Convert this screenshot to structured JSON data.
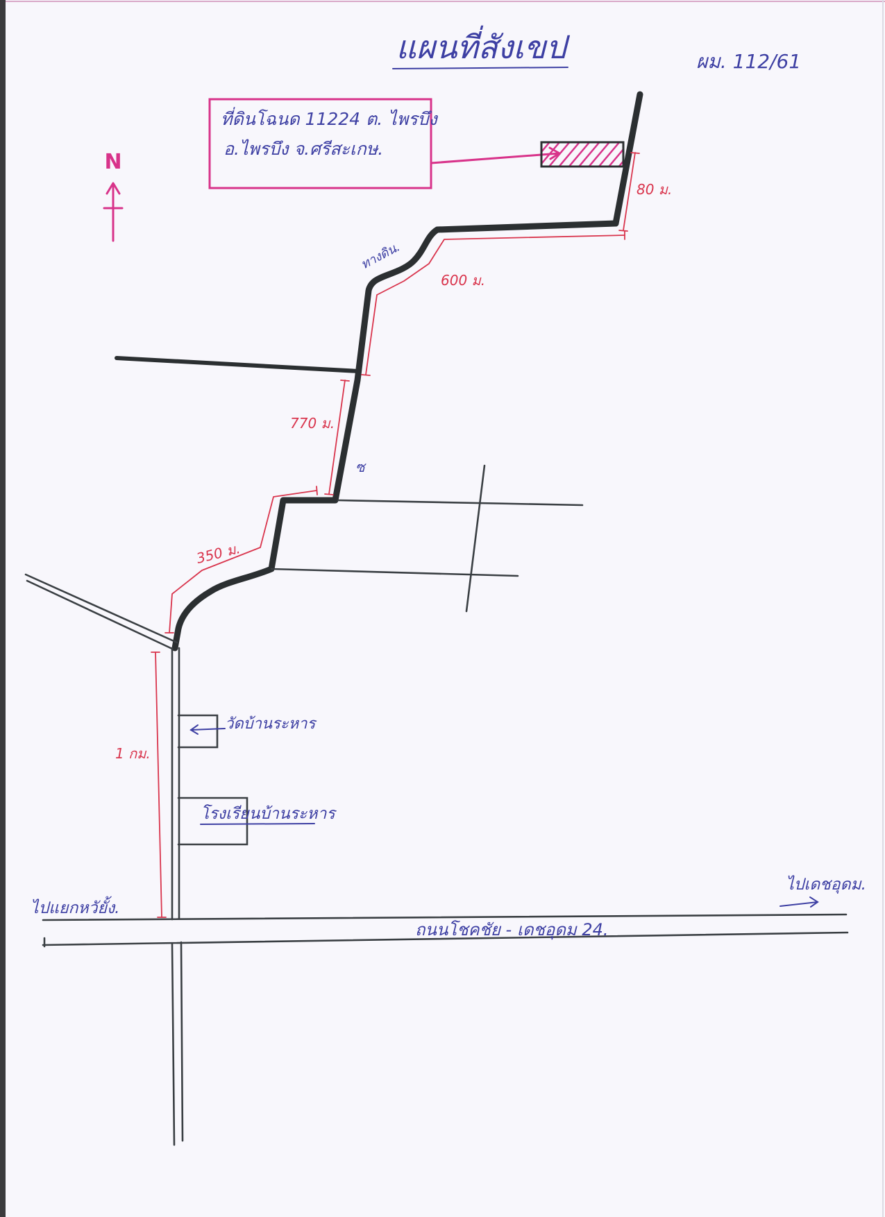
{
  "map": {
    "title": "แผนที่สังเขป",
    "reference_no": "ผม. 112/61",
    "parcel": {
      "line1": "ที่ดินโฉนด 11224 ต. ไพรบึง",
      "line2": "อ.ไพรบึง จ.ศรีสะเกษ."
    },
    "north_label": "N",
    "road_surface": "ทางดิน.",
    "distances": {
      "d80": "80 ม.",
      "d600": "600 ม.",
      "d770": "770 ม.",
      "d350": "350 ม.",
      "d1km": "1 กม."
    },
    "landmarks": {
      "temple": "วัดบ้านระหาร",
      "school": "โรงเรียนบ้านระหาร",
      "mark": "ซ"
    },
    "main_road": "ถนนโชคชัย - เดชอุดม 24.",
    "direction_left": "ไปแยกหวัยั้ง.",
    "direction_right": "ไปเดชอุดม."
  },
  "colors": {
    "paper": "#f8f7fc",
    "ink_blue": "#3d3fa3",
    "road": "#2b2f31",
    "dimension_red": "#d9344c",
    "marker_pink": "#d8338a"
  }
}
